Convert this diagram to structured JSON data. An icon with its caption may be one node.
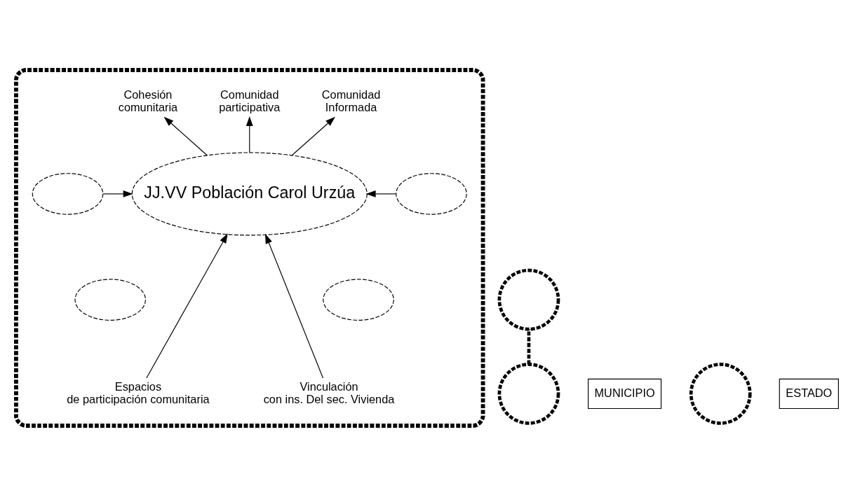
{
  "diagram": {
    "nodes": [
      {
        "text": [],
        "shape": "box"
      },
      {
        "text": [
          "Cohesión comunitaria"
        ],
        "in": 0
      },
      {
        "text": [
          "Comunidad participativa"
        ],
        "in": 0
      },
      {
        "text": [
          "Comunidad Informada"
        ],
        "in": 0
      },
      {
        "text": [],
        "shape": "circle"
      },
      {
        "text": [
          "MUNICIPIO"
        ]
      },
      {
        "text": [],
        "shape": "ellipse",
        "in": 0
      },
      {
        "text": [
          "JJ.VV Población Carol Urzúa"
        ],
        "in": 0
      },
      {
        "text": [],
        "shape": "ellipse",
        "in": 0
      },
      {
        "text": [],
        "shape": "ellipse",
        "in": 0
      },
      {
        "text": [],
        "shape": "ellipse",
        "in": 0
      },
      {
        "text": [
          "Espacios de participación comunitaria"
        ],
        "in": 0
      },
      {
        "text": [
          "Vinculación con ins. Del sec. Vivienda"
        ],
        "in": 0
      },
      {
        "text": [],
        "shape": "circle"
      },
      {
        "text": [],
        "shape": "circle"
      },
      {
        "text": [
          "ESTADO"
        ]
      }
    ],
    "edges": [
      {
        "from": 7,
        "to": 1,
        "arrow": "to"
      },
      {
        "from": 7,
        "to": 2,
        "arrow": "to"
      },
      {
        "from": 7,
        "to": 3,
        "arrow": "to"
      },
      {
        "from": 6,
        "to": 7,
        "arrow": "to"
      },
      {
        "from": 8,
        "to": 7,
        "arrow": "to"
      },
      {
        "from": 11,
        "to": 7,
        "arrow": "to"
      },
      {
        "from": 12,
        "to": 7,
        "arrow": "to"
      },
      {
        "from": 4,
        "to": 13,
        "arrow": "none",
        "style": "dashed"
      }
    ]
  }
}
